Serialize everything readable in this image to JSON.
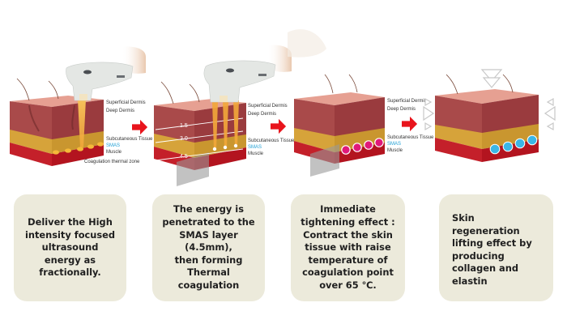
{
  "diagram": {
    "title": "HIFU treatment process",
    "colors": {
      "arrow": "#e8141c",
      "box_background": "#eceadb",
      "coagulation_point": "#f5b93a",
      "tightening_point": "#e0197a",
      "regeneration_point": "#3bb6e6",
      "energy_beam": "#f3a83a"
    },
    "steps": [
      {
        "id": "step-1",
        "layer_labels": [
          "Superficial Dermis",
          "Deep Dermis",
          "Subcutaneous Tissue",
          "SMAS",
          "Muscle",
          "Coagulation thermal zone"
        ],
        "description": "Deliver the High\nintensity focused\nultrasound\nenergy as\nfractionally."
      },
      {
        "id": "step-2",
        "layer_labels": [
          "Superficial Dermis",
          "Deep Dermis",
          "Subcutaneous Tissue",
          "SMAS",
          "Muscle"
        ],
        "depth_labels": [
          "1.5",
          "3.0",
          "4.5"
        ],
        "description": "The energy is\npenetrated to the\nSMAS layer\n(4.5mm),\nthen forming\nThermal\ncoagulation"
      },
      {
        "id": "step-3",
        "layer_labels": [
          "Superficial Dermis",
          "Deep Dermis",
          "Subcutaneous Tissue",
          "SMAS",
          "Muscle"
        ],
        "description": "Immediate\ntightening effect :\nContract the skin\ntissue with raise\ntemperature of\ncoagulation point\nover 65 ℃."
      },
      {
        "id": "step-4",
        "description": "Skin regeneration\nlifting effect by\nproducing\ncollagen and\nelastin"
      }
    ],
    "arrows": [
      "arrow-right",
      "arrow-right",
      "arrow-right"
    ]
  }
}
